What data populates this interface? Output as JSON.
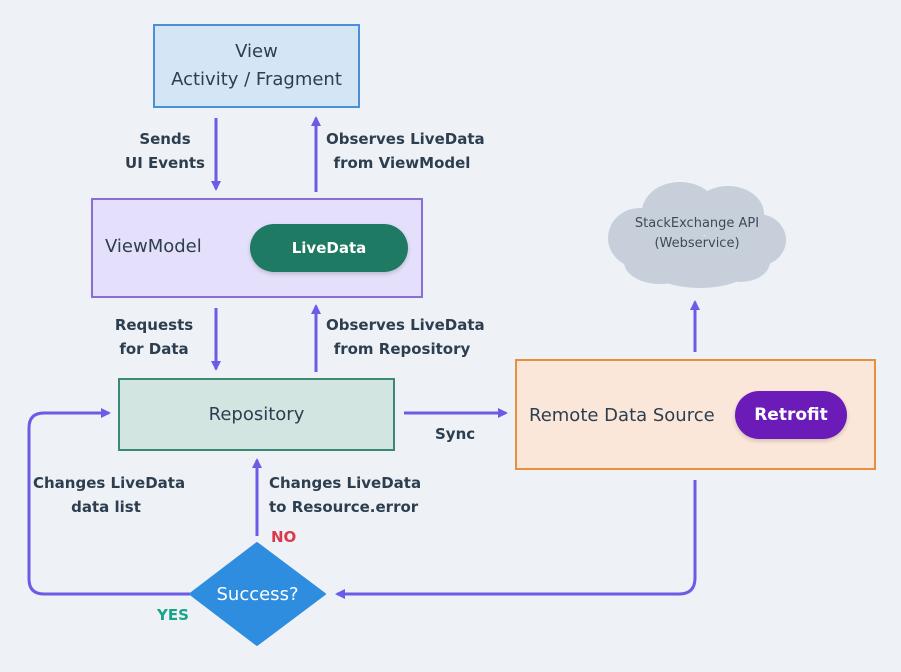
{
  "view": {
    "line1": "View",
    "line2": "Activity / Fragment"
  },
  "viewmodel": {
    "label": "ViewModel",
    "livedata": "LiveData"
  },
  "repository": {
    "label": "Repository"
  },
  "remote": {
    "label": "Remote Data Source",
    "retrofit": "Retrofit"
  },
  "cloud": {
    "line1": "StackExchange API",
    "line2": "(Webservice)"
  },
  "decision": {
    "label": "Success?"
  },
  "edges": {
    "sends_line1": "Sends",
    "sends_line2": "UI Events",
    "observes_vm_line1": "Observes LiveData",
    "observes_vm_line2": "from ViewModel",
    "requests_line1": "Requests",
    "requests_line2": "for Data",
    "observes_repo_line1": "Observes LiveData",
    "observes_repo_line2": "from Repository",
    "sync": "Sync",
    "changes_list_line1": "Changes LiveData",
    "changes_list_line2": "data list",
    "changes_error_line1": "Changes LiveData",
    "changes_error_line2": "to Resource.error",
    "no": "NO",
    "yes": "YES"
  },
  "colors": {
    "arrow": "#6b5ce7",
    "view_fill": "#d4e6f5",
    "viewmodel_fill": "#e4e0fb",
    "livedata_pill": "#1f7a63",
    "repository_fill": "#d3e5e0",
    "remote_fill": "#fbe7d9",
    "retrofit_pill": "#6a1bb8",
    "cloud_fill": "#c7d0da",
    "decision_fill": "#2f8de0",
    "no": "#d83a4a",
    "yes": "#1aa38b"
  }
}
